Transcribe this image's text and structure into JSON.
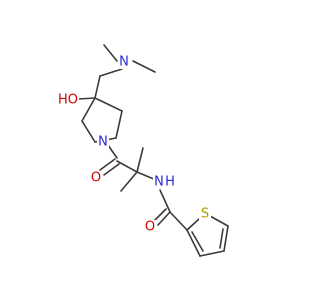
{
  "colors": {
    "bond": "#3a3a3a",
    "carbon_text": "#3a3a3a",
    "nitrogen": "#2a2ad0",
    "oxygen": "#d00000",
    "sulfur": "#b0a000"
  },
  "atoms": {
    "n_dimethyl": "N",
    "ho": "HO",
    "n_pyrrolidine": "N",
    "o_amide1": "O",
    "nh_amide": "N",
    "h_amide": "H",
    "o_amide2": "O",
    "s_thiophene": "S"
  }
}
